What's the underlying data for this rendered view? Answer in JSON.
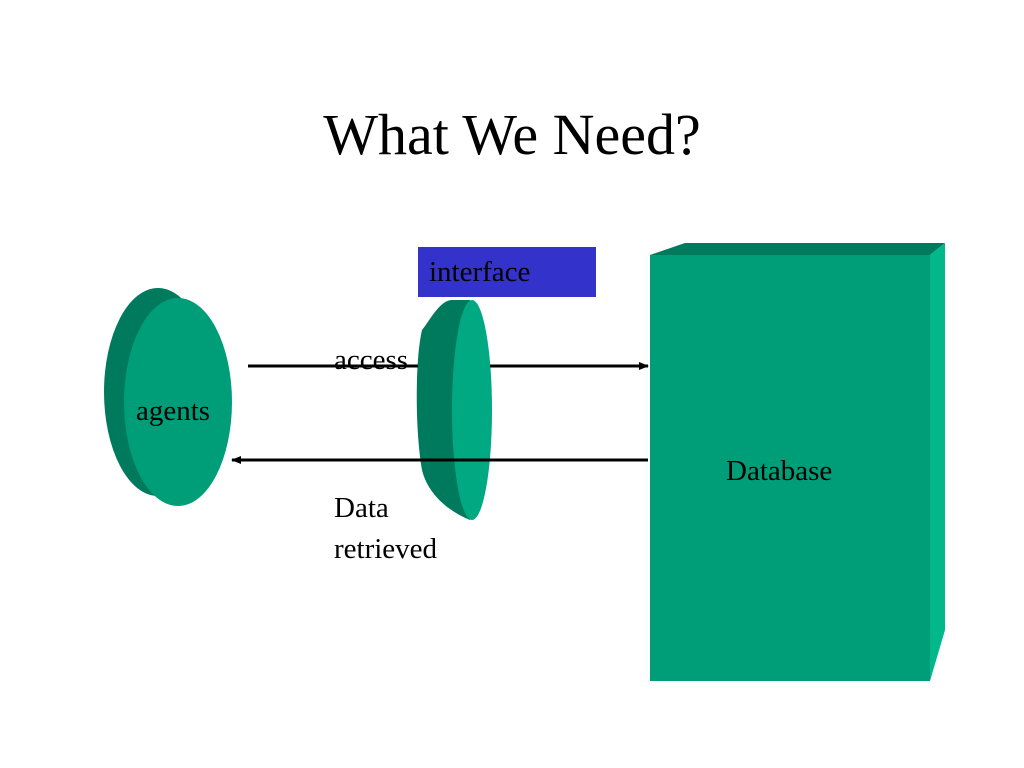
{
  "slide": {
    "title": "What We Need?"
  },
  "diagram": {
    "agents_label": "agents",
    "interface_label": "interface",
    "access_label": "access",
    "retrieved_label_line1": "Data",
    "retrieved_label_line2": "retrieved",
    "database_label": "Database"
  },
  "colors": {
    "shape_fill": "#009e78",
    "shape_dark": "#007a5c",
    "shape_light": "#00b88a",
    "interface_box": "#3333cc",
    "arrow": "#000000"
  }
}
